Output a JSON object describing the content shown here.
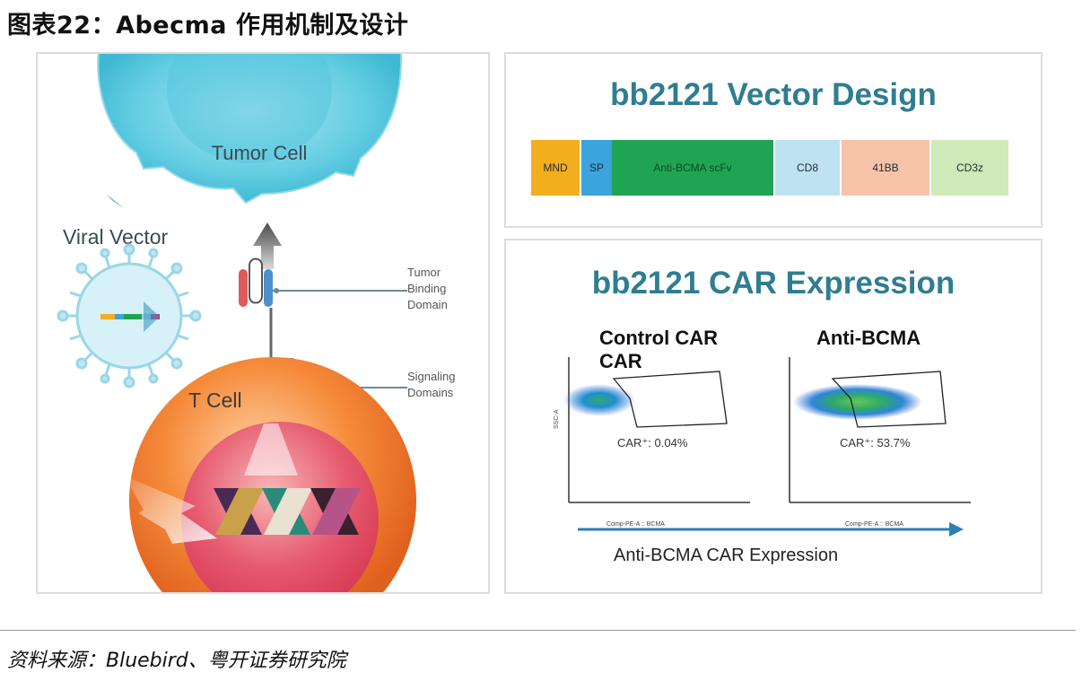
{
  "figure": {
    "title": "图表22：Abecma 作用机制及设计",
    "source": "资料来源：Bluebird、粤开证券研究院"
  },
  "left_panel": {
    "tumor_cell": "Tumor Cell",
    "viral_vector": "Viral Vector",
    "t_cell": "T Cell",
    "tumor_binding_domain": [
      "Tumor",
      "Binding",
      "Domain"
    ],
    "signaling_domains": [
      "Signaling",
      "Domains"
    ]
  },
  "vector_design": {
    "title": "bb2121 Vector Design",
    "segments": [
      {
        "label": "MND",
        "color": "#f3ae1d"
      },
      {
        "label": "SP",
        "color": "#3ba3dd"
      },
      {
        "label": "Anti-BCMA scFv",
        "color": "#1fa454"
      },
      {
        "label": "CD8",
        "color": "#bfe2f2"
      },
      {
        "label": "41BB",
        "color": "#f7c3a8"
      },
      {
        "label": "CD3z",
        "color": "#cfe9b8"
      }
    ]
  },
  "car_expression": {
    "title": "bb2121 CAR Expression",
    "plots": [
      {
        "label_line1": "Control CAR",
        "label_line2": "CAR",
        "car_pct": "CAR⁺: 0.04%",
        "xaxis": "Comp-PE-A :: BCMA"
      },
      {
        "label_line1": "Anti-BCMA",
        "label_line2": "",
        "car_pct": "CAR⁺: 53.7%",
        "xaxis": "Comp-PE-A :: BCMA"
      }
    ],
    "yaxis": "SSC-A",
    "axis_caption": "Anti-BCMA CAR Expression"
  },
  "colors": {
    "title_teal": "#2f7d92",
    "tumor_cell": "#5fcbe0",
    "t_cell": "#f0782e",
    "nucleus": "#e24a66",
    "arrow_blue": "#2d7fb5"
  }
}
